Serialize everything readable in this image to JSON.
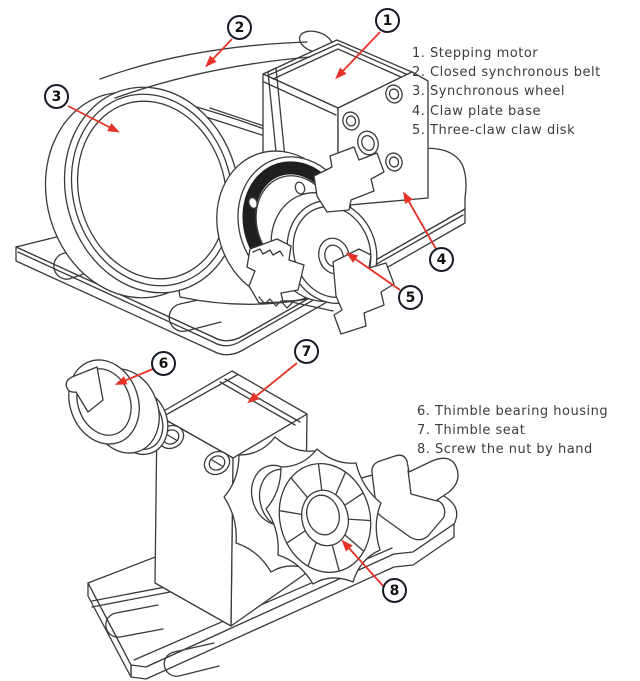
{
  "colors": {
    "background": "#ffffff",
    "line_art": "#3a3a3a",
    "arrow": "#e63329",
    "callout_ring": "#171c26",
    "callout_number": "#111111",
    "legend_text": "#3d3d3d",
    "flange_dark": "#1f1f1f"
  },
  "legend_top": {
    "items": [
      {
        "number": "1",
        "label": "Stepping motor"
      },
      {
        "number": "2",
        "label": "Closed synchronous belt"
      },
      {
        "number": "3",
        "label": "Synchronous wheel"
      },
      {
        "number": "4",
        "label": "Claw plate base"
      },
      {
        "number": "5",
        "label": "Three-claw claw disk"
      }
    ]
  },
  "legend_bottom": {
    "items": [
      {
        "number": "6",
        "label": "Thimble bearing housing"
      },
      {
        "number": "7",
        "label": "Thimble seat"
      },
      {
        "number": "8",
        "label": "Screw the nut by hand"
      }
    ]
  }
}
